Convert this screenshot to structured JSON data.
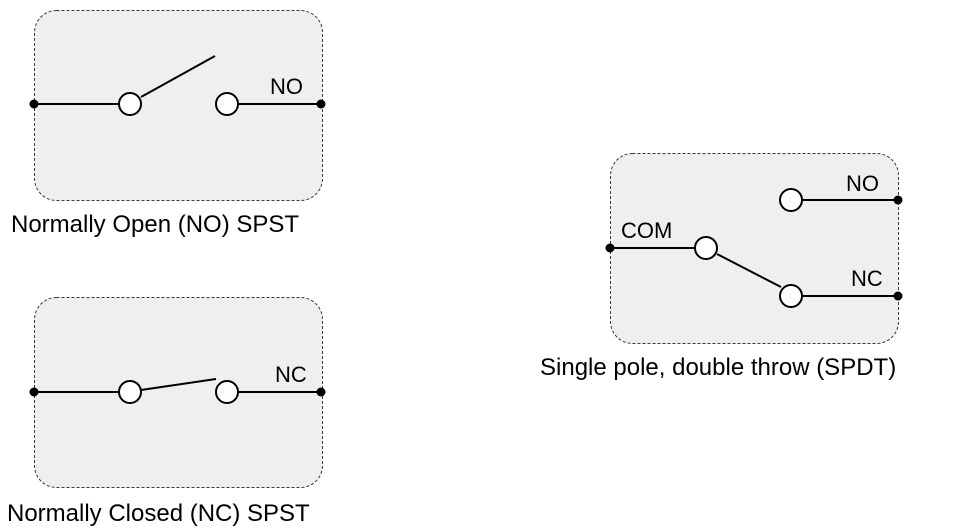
{
  "diagrams": {
    "no_spst": {
      "terminal_label": "NO",
      "caption": "Normally Open (NO) SPST"
    },
    "nc_spst": {
      "terminal_label": "NC",
      "caption": "Normally Closed (NC) SPST"
    },
    "spdt": {
      "com_label": "COM",
      "no_label": "NO",
      "nc_label": "NC",
      "caption": "Single pole, double throw (SPDT)"
    }
  }
}
